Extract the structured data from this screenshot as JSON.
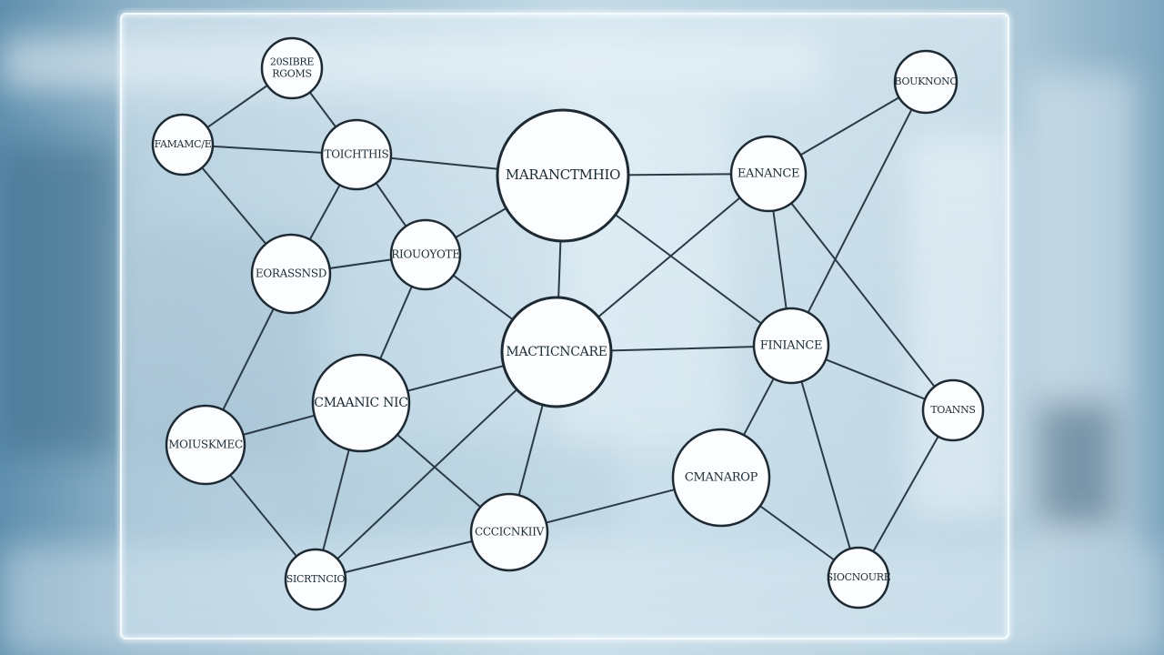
{
  "diagram": {
    "nodes": [
      {
        "id": "n1",
        "label_lines": [
          "20SIBRE",
          "RGOMS"
        ]
      },
      {
        "id": "n2",
        "label_lines": [
          "FAMAMC/E"
        ]
      },
      {
        "id": "n3",
        "label_lines": [
          "TOICHTHIS"
        ]
      },
      {
        "id": "n4",
        "label_lines": [
          "MARANCTMHIO"
        ]
      },
      {
        "id": "n5",
        "label_lines": [
          "EANANCE"
        ]
      },
      {
        "id": "n6",
        "label_lines": [
          "BOUKNONC"
        ]
      },
      {
        "id": "n7",
        "label_lines": [
          "EORASSNSD"
        ]
      },
      {
        "id": "n8",
        "label_lines": [
          "RIOUOYOTE"
        ]
      },
      {
        "id": "n9",
        "label_lines": [
          "MACTICNCARE"
        ]
      },
      {
        "id": "n10",
        "label_lines": [
          "FINIANCE"
        ]
      },
      {
        "id": "n11",
        "label_lines": [
          "CMAANIC NIC"
        ]
      },
      {
        "id": "n12",
        "label_lines": [
          "MOIUSKMEC"
        ]
      },
      {
        "id": "n13",
        "label_lines": [
          "TOANNS"
        ]
      },
      {
        "id": "n14",
        "label_lines": [
          "CMANAROP"
        ]
      },
      {
        "id": "n15",
        "label_lines": [
          "CCCICNKIIV"
        ]
      },
      {
        "id": "n16",
        "label_lines": [
          "SICRTNCIO"
        ]
      },
      {
        "id": "n17",
        "label_lines": [
          "SIOCNOURE"
        ]
      }
    ],
    "edges": [
      [
        "n1",
        "n2"
      ],
      [
        "n1",
        "n3"
      ],
      [
        "n2",
        "n3"
      ],
      [
        "n2",
        "n7"
      ],
      [
        "n3",
        "n4"
      ],
      [
        "n3",
        "n7"
      ],
      [
        "n3",
        "n8"
      ],
      [
        "n4",
        "n5"
      ],
      [
        "n4",
        "n8"
      ],
      [
        "n4",
        "n9"
      ],
      [
        "n4",
        "n10"
      ],
      [
        "n5",
        "n6"
      ],
      [
        "n5",
        "n9"
      ],
      [
        "n5",
        "n10"
      ],
      [
        "n5",
        "n13"
      ],
      [
        "n6",
        "n10"
      ],
      [
        "n7",
        "n8"
      ],
      [
        "n7",
        "n12"
      ],
      [
        "n8",
        "n9"
      ],
      [
        "n8",
        "n11"
      ],
      [
        "n9",
        "n10"
      ],
      [
        "n9",
        "n11"
      ],
      [
        "n9",
        "n15"
      ],
      [
        "n9",
        "n16"
      ],
      [
        "n10",
        "n13"
      ],
      [
        "n10",
        "n14"
      ],
      [
        "n10",
        "n17"
      ],
      [
        "n11",
        "n12"
      ],
      [
        "n11",
        "n15"
      ],
      [
        "n11",
        "n16"
      ],
      [
        "n12",
        "n16"
      ],
      [
        "n13",
        "n17"
      ],
      [
        "n14",
        "n15"
      ],
      [
        "n14",
        "n17"
      ],
      [
        "n15",
        "n16"
      ]
    ]
  },
  "colors": {
    "node_fill": "#fbfdfe",
    "node_stroke": "#1e2a33",
    "edge": "#2a3a46",
    "frame": "#f2fbff"
  }
}
